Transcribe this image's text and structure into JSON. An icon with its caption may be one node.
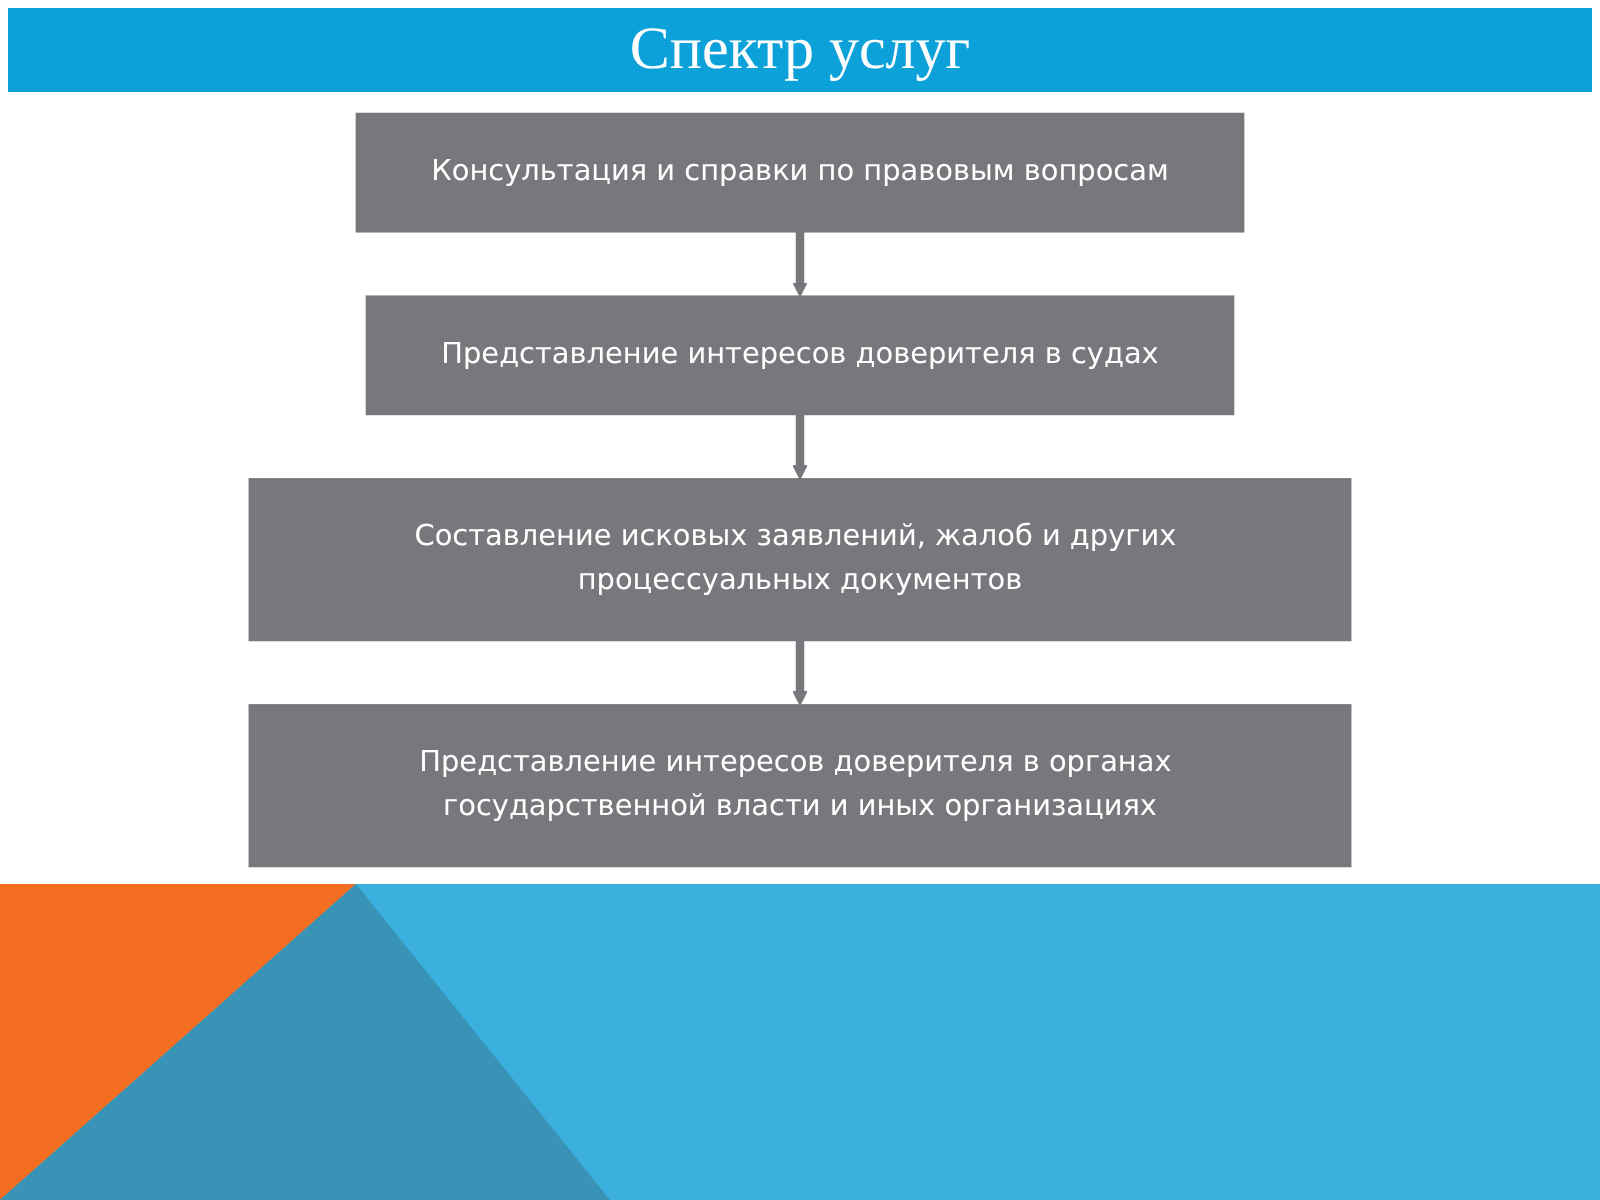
{
  "diagram": {
    "title": "Спектр услуг",
    "nodes": [
      {
        "text": [
          "Консультация и справки по правовым вопросам"
        ]
      },
      {
        "text": [
          "Представление интересов доверителя в судах"
        ]
      },
      {
        "text": [
          "Составление исковых заявлений, жалоб и других процессуальных документов"
        ]
      },
      {
        "text": [
          "Представление интересов доверителя в органах государственной власти и иных организациях"
        ]
      }
    ],
    "edges": [
      {
        "from": 0,
        "to": 1,
        "arrow": "to"
      },
      {
        "from": 1,
        "to": 2,
        "arrow": "to"
      },
      {
        "from": 2,
        "to": 3,
        "arrow": "to"
      }
    ]
  }
}
